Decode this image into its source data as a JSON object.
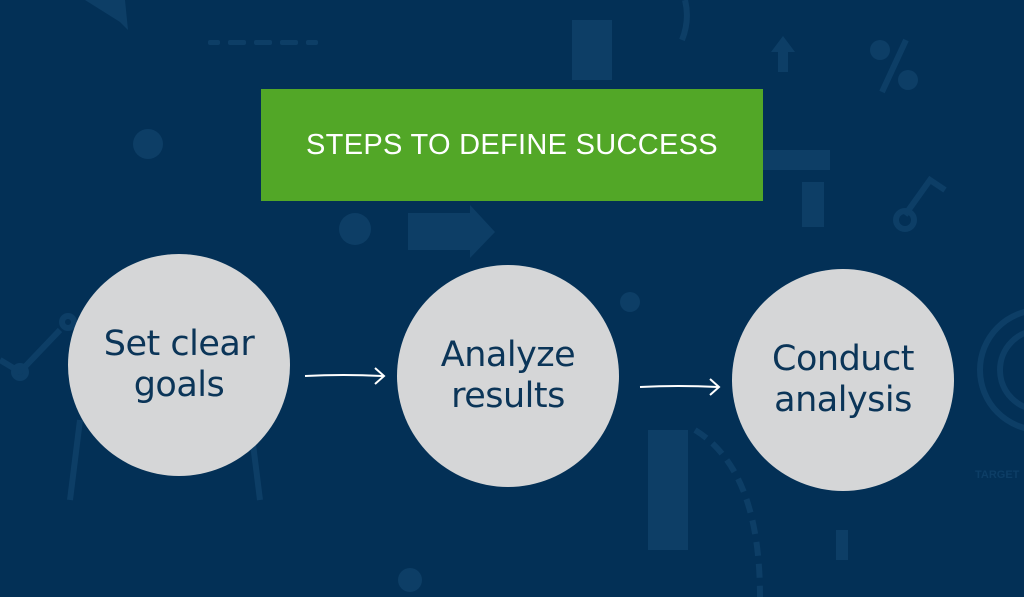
{
  "title": "STEPS TO DEFINE SUCCESS",
  "steps": [
    {
      "line1": "Set clear",
      "line2": "goals"
    },
    {
      "line1": "Analyze",
      "line2": "results"
    },
    {
      "line1": "Conduct",
      "line2": "analysis"
    }
  ],
  "background_label": "TARGET",
  "colors": {
    "background": "#033056",
    "title_box": "#52a727",
    "circle_fill": "#d5d6d7",
    "circle_text": "#0b3558",
    "arrow": "#ffffff"
  }
}
